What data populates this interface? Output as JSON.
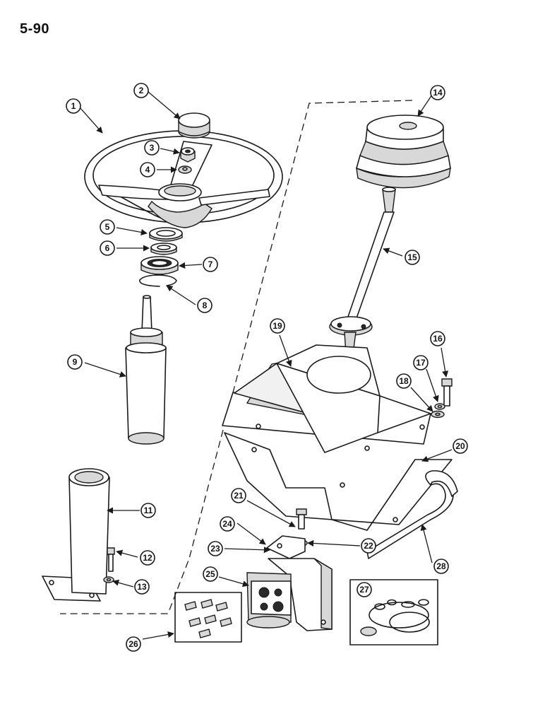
{
  "page_number": "5-90",
  "callouts": [
    "1",
    "2",
    "3",
    "4",
    "5",
    "6",
    "7",
    "8",
    "9",
    "11",
    "12",
    "13",
    "14",
    "15",
    "16",
    "17",
    "18",
    "19",
    "20",
    "21",
    "22",
    "23",
    "24",
    "25",
    "26",
    "27",
    "28"
  ],
  "colors": {
    "ink": "#1a1a1a",
    "paper": "#ffffff",
    "shade": "#d8d8d8"
  }
}
